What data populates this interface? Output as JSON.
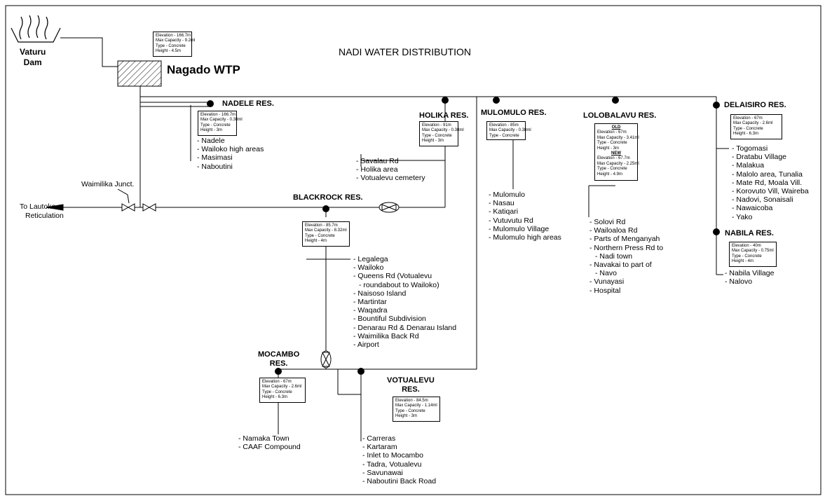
{
  "title": "NADI WATER DISTRIBUTION",
  "dam": {
    "line1": "Vaturu",
    "line2": "Dam"
  },
  "wtp": {
    "name": "Nagado WTP",
    "specs": [
      "Elevation - 166.7m",
      "Max Capacity - 9.2ml",
      "Type - Concrete",
      "Height - 4.5m"
    ]
  },
  "junction": "Waimilika Junct.",
  "lautoka": {
    "line1": "To Lautoka",
    "line2": "Reticulation"
  },
  "reservoirs": {
    "nadele": {
      "name": "NADELE RES.",
      "specs": [
        "Elevation - 166.7m",
        "Max Capacity - 0.38ml",
        "Type - Concrete",
        "Height - 3m"
      ],
      "areas": [
        "Nadele",
        "Wailoko high areas",
        "Masimasi",
        "Naboutini"
      ]
    },
    "holika": {
      "name": "HOLIKA RES.",
      "specs": [
        "Elevation - 91m",
        "Max Capacity - 0.38ml",
        "Type - Concrete",
        "Height - 3m"
      ],
      "areas": [
        "Savalau Rd",
        "Holika area",
        "Votualevu cemetery"
      ]
    },
    "mulomulo": {
      "name": "MULOMULO RES.",
      "specs": [
        "Elevation - 85m",
        "Max Capacity - 0.38ml",
        "Type - Concrete"
      ],
      "areas": [
        "Mulomulo",
        "Nasau",
        "Katiqari",
        "Vutuvutu Rd",
        "Mulomulo Village",
        "Mulomulo high areas"
      ]
    },
    "lolobalavu": {
      "name": "LOLOBALAVU RES.",
      "old_label": "OLD",
      "old_specs": [
        "Elevation - 67m",
        "Max Capacity - 3.41ml",
        "Type - Concrete",
        "Height - 3m"
      ],
      "new_label": "NEW",
      "new_specs": [
        "Elevation - 67.7m",
        "Max Capacity - 2.25ml",
        "Type - Concrete",
        "Height - 4.9m"
      ],
      "areas": [
        "Solovi Rd",
        "Wailoaloa Rd",
        "Parts of Menganyah",
        "Northern Press Rd to",
        "Nadi town",
        "Navakai to part of",
        "Navo",
        "Vunayasi",
        "Hospital"
      ]
    },
    "delaisiro": {
      "name": "DELAISIRO RES.",
      "specs": [
        "Elevation - 67m",
        "Max Capacity - 2.6ml",
        "Type - Concrete",
        "Height - 6.3m"
      ],
      "areas": [
        "Togomasi",
        "Dratabu Village",
        "Malakua",
        "Malolo area, Tunalia",
        "Mate Rd, Moala Vill.",
        "Korovuto Vill, Waireba",
        "Nadovi, Sonaisali",
        "Nawaicoba",
        "Yako"
      ]
    },
    "nabila": {
      "name": "NABILA RES.",
      "specs": [
        "Elevation - 40m",
        "Max Capacity - 0.75ml",
        "Type - Concrete",
        "Height - 4m"
      ],
      "areas": [
        "Nabila Village",
        "Nalovo"
      ]
    },
    "blackrock": {
      "name": "BLACKROCK RES.",
      "specs": [
        "Elevation - 85.7m",
        "Max Capacity - 8.32ml",
        "Type - Concrete",
        "Height - 4m"
      ],
      "areas": [
        "Legalega",
        "Wailoko",
        "Queens Rd (Votualevu",
        "roundabout to Wailoko)",
        "Naisoso Island",
        "Martintar",
        "Waqadra",
        "Bountiful Subdivision",
        "Denarau Rd & Denarau Island",
        "Waimilika Back Rd",
        "Airport"
      ]
    },
    "mocambo": {
      "name_line1": "MOCAMBO",
      "name_line2": "RES.",
      "specs": [
        "Elevation - 67m",
        "Max Capacity - 2.6ml",
        "Type - Concrete",
        "Height - 6.3m"
      ],
      "areas": [
        "Namaka Town",
        "CAAF Compound"
      ]
    },
    "votualevu": {
      "name_line1": "VOTUALEVU",
      "name_line2": "RES.",
      "specs": [
        "Elevation - 84.5m",
        "Max Capacity - 1.14ml",
        "Type - Concrete",
        "Height - 3m"
      ],
      "areas": [
        "Carreras",
        "Kartaram",
        "Inlet to Mocambo",
        "Tadra, Votualevu",
        "Savunawai",
        "Naboutini Back Road"
      ]
    }
  }
}
